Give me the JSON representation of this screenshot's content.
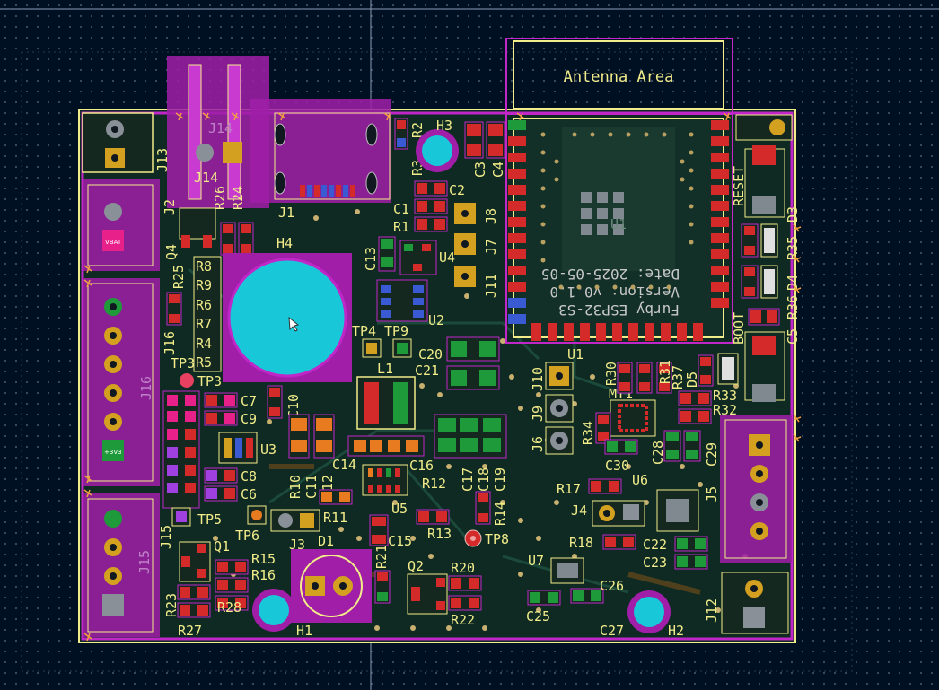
{
  "board": {
    "antenna_label": "Antenna Area",
    "module_text": [
      "Furby ESP32-S3",
      "Version: v0.1.0",
      "Date: 2025-05-05"
    ],
    "colors": {
      "background": "#001023",
      "board_fill": "#0e2a22",
      "outline": "#c026c8",
      "silkscreen": "#f2ec8a",
      "pad_red": "#d42a2a",
      "pad_gold": "#d4a020",
      "hole_cyan": "#18c8d8",
      "pad_green": "#1f9a3a"
    }
  },
  "labels": {
    "J13": "J13",
    "J14": "J14",
    "J14b": "J14",
    "R26": "R26",
    "R24": "R24",
    "J1": "J1",
    "R2": "R2",
    "H3": "H3",
    "R3": "R3",
    "C3": "C3",
    "C4": "C4",
    "C2": "C2",
    "C1": "C1",
    "R1": "R1",
    "J8": "J8",
    "J2": "J2",
    "H4": "H4",
    "Q4": "Q4",
    "C13": "C13",
    "U4": "U4",
    "J7": "J7",
    "J11": "J11",
    "R8": "R8",
    "R9": "R9",
    "R6": "R6",
    "R7": "R7",
    "R4": "R4",
    "R5": "R5",
    "R25": "R25",
    "J16a": "J16",
    "J16": "J16",
    "TP3": "TP3",
    "TP3b": "TP3",
    "TP4": "TP4",
    "TP9": "TP9",
    "U2": "U2",
    "C20": "C20",
    "C21": "C21",
    "L1": "L1",
    "C7": "C7",
    "C9": "C9",
    "C10": "C10",
    "U3": "U3",
    "C8": "C8",
    "C6": "C6",
    "C11": "C11",
    "C12": "C12",
    "C14": "C14",
    "R10": "R10",
    "R11": "R11",
    "TP5": "TP5",
    "TP6": "TP6",
    "J3": "J3",
    "D1": "D1",
    "Q1": "Q1",
    "R15": "R15",
    "R16": "R16",
    "J15": "J15",
    "J15b": "J15",
    "R23": "R23",
    "R27": "R27",
    "R28": "R28",
    "H1": "H1",
    "U5": "U5",
    "C15": "C15",
    "C16": "C16",
    "C17": "C17",
    "C18": "C18",
    "C19": "C19",
    "R12": "R12",
    "R13": "R13",
    "R14": "R14",
    "TP8": "TP8",
    "R21": "R21",
    "Q2": "Q2",
    "R20": "R20",
    "R22": "R22",
    "U1": "U1",
    "J10": "J10",
    "J9": "J9",
    "J6": "J6",
    "MT1": "MT1",
    "R34": "R34",
    "R30": "R30",
    "R31": "R31",
    "R37": "R37",
    "D5": "D5",
    "C28": "C28",
    "C29": "C29",
    "C30": "C30",
    "R33": "R33",
    "R32": "R32",
    "J5": "J5",
    "U6": "U6",
    "R17": "R17",
    "J4": "J4",
    "R18": "R18",
    "C22": "C22",
    "C23": "C23",
    "U7": "U7",
    "C26": "C26",
    "C25": "C25",
    "C27": "C27",
    "H2": "H2",
    "J12": "J12",
    "RESET": "RESET",
    "BOOT": "BOOT",
    "C5": "C5",
    "R36": "R36",
    "D4": "D4",
    "R35": "R35",
    "D3": "D3",
    "U1mod": "U1",
    "VBAT": "VBAT",
    "V3": "+3V3"
  }
}
